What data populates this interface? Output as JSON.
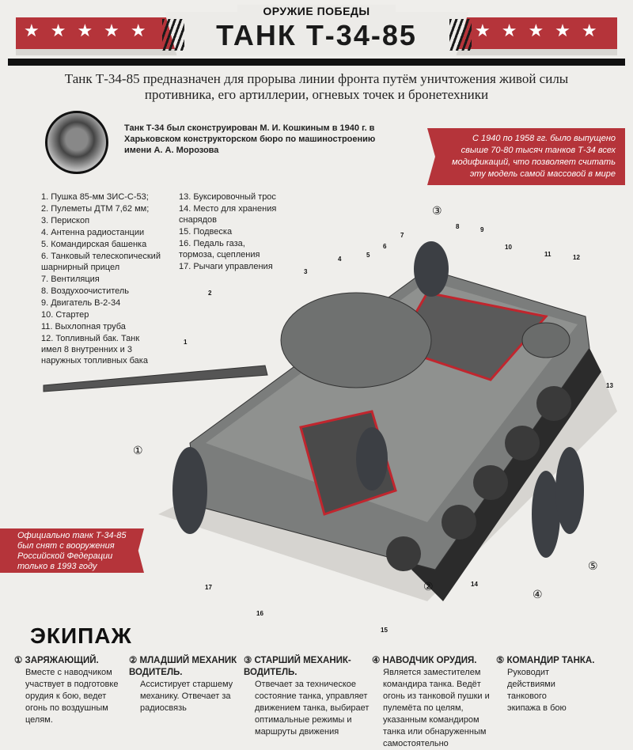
{
  "header": {
    "kicker": "ОРУЖИЕ ПОБЕДЫ",
    "title": "ТАНК Т-34-85",
    "stars_left": "★★★★★",
    "stars_right": "★★★★★"
  },
  "subtitle": "Танк Т-34-85 предназначен для прорыва линии фронта путём уничтожения живой силы противника, его артиллерии, огневых точек и бронетехники",
  "bio": "Танк Т-34 был сконструирован М. И. Кошкиным в 1940 г. в Харьковском конструкторском бюро по машиностроению имени А. А. Морозова",
  "ribbon_right": "С 1940 по 1958 гг. было выпущено свыше 70-80 тысяч танков Т-34 всех модификаций, что позволяет считать эту  модель самой массовой в мире",
  "ribbon_left": "Официально танк Т-34-85 был снят с вооружения Российской Федерации только в 1993 году",
  "parts_col1": [
    "1. Пушка 85-мм ЗИС-С-53;",
    "2. Пулеметы ДТМ 7,62 мм;",
    "3. Перископ",
    "4. Антенна радиостанции",
    "5. Командирская башенка",
    "6. Танковый телескопический шарнирный прицел",
    "7. Вентиляция",
    "8. Воздухоочиститель",
    "9. Двигатель В-2-34",
    "10. Стартер",
    "11. Выхлопная труба",
    "12. Топливный бак. Танк имел 8 внутренних и 3 наружных топливных бака"
  ],
  "parts_col2": [
    "13. Буксировочный трос",
    "14. Место для хранения снарядов",
    "15. Подвеска",
    "16. Педаль газа, тормоза, сцепления",
    "17. Рычаги управления"
  ],
  "callouts": [
    "1",
    "2",
    "3",
    "4",
    "5",
    "6",
    "7",
    "8",
    "9",
    "10",
    "11",
    "12",
    "13",
    "14",
    "15",
    "16",
    "17"
  ],
  "crew_markers": [
    "①",
    "②",
    "③",
    "④",
    "⑤"
  ],
  "crew": {
    "title": "ЭКИПАЖ",
    "members": [
      {
        "num": "①",
        "role": "ЗАРЯЖАЮЩИЙ.",
        "desc": "Вместе с наводчиком участвует в подготовке орудия к бою, ведет огонь по воздушным целям."
      },
      {
        "num": "②",
        "role": "МЛАДШИЙ МЕХАНИК ВОДИТЕЛЬ.",
        "desc": "Ассистирует старшему механику. Отвечает за радиосвязь"
      },
      {
        "num": "③",
        "role": "СТАРШИЙ МЕХАНИК-ВОДИТЕЛЬ.",
        "desc": "Отвечает за техническое состояние танка, управляет движением танка, выбирает оптимальные режимы и маршруты движения"
      },
      {
        "num": "④",
        "role": "НАВОДЧИК ОРУДИЯ.",
        "desc": "Является заместителем командира танка. Ведёт огонь из танковой пушки и пулемёта по целям, указанным командиром танка или обнаруженным самостоятельно"
      },
      {
        "num": "⑤",
        "role": "КОМАНДИР ТАНКА.",
        "desc": "Руководит действиями танкового экипажа в бою"
      }
    ]
  },
  "colors": {
    "accent_red": "#b5343a",
    "background": "#efeeeb",
    "cutaway_red": "#c0262e"
  }
}
